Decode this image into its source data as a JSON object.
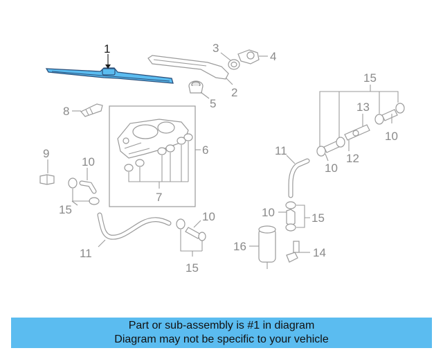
{
  "diagram": {
    "callouts": {
      "c1": "1",
      "c2": "2",
      "c3": "3",
      "c4": "4",
      "c5": "5",
      "c6": "6",
      "c7": "7",
      "c8": "8",
      "c9": "9",
      "c10a": "10",
      "c10b": "10",
      "c10c": "10",
      "c10d": "10",
      "c10e": "10",
      "c11a": "11",
      "c11b": "11",
      "c12": "12",
      "c13": "13",
      "c14": "14",
      "c15a": "15",
      "c15b": "15",
      "c15c": "15",
      "c15d": "15",
      "c16": "16"
    },
    "highlight_color": "#5bbcf0"
  },
  "banner": {
    "line1": "Part or sub-assembly is #1 in diagram",
    "line2": "Diagram may not be specific to your vehicle",
    "background": "#5bbcf0"
  }
}
